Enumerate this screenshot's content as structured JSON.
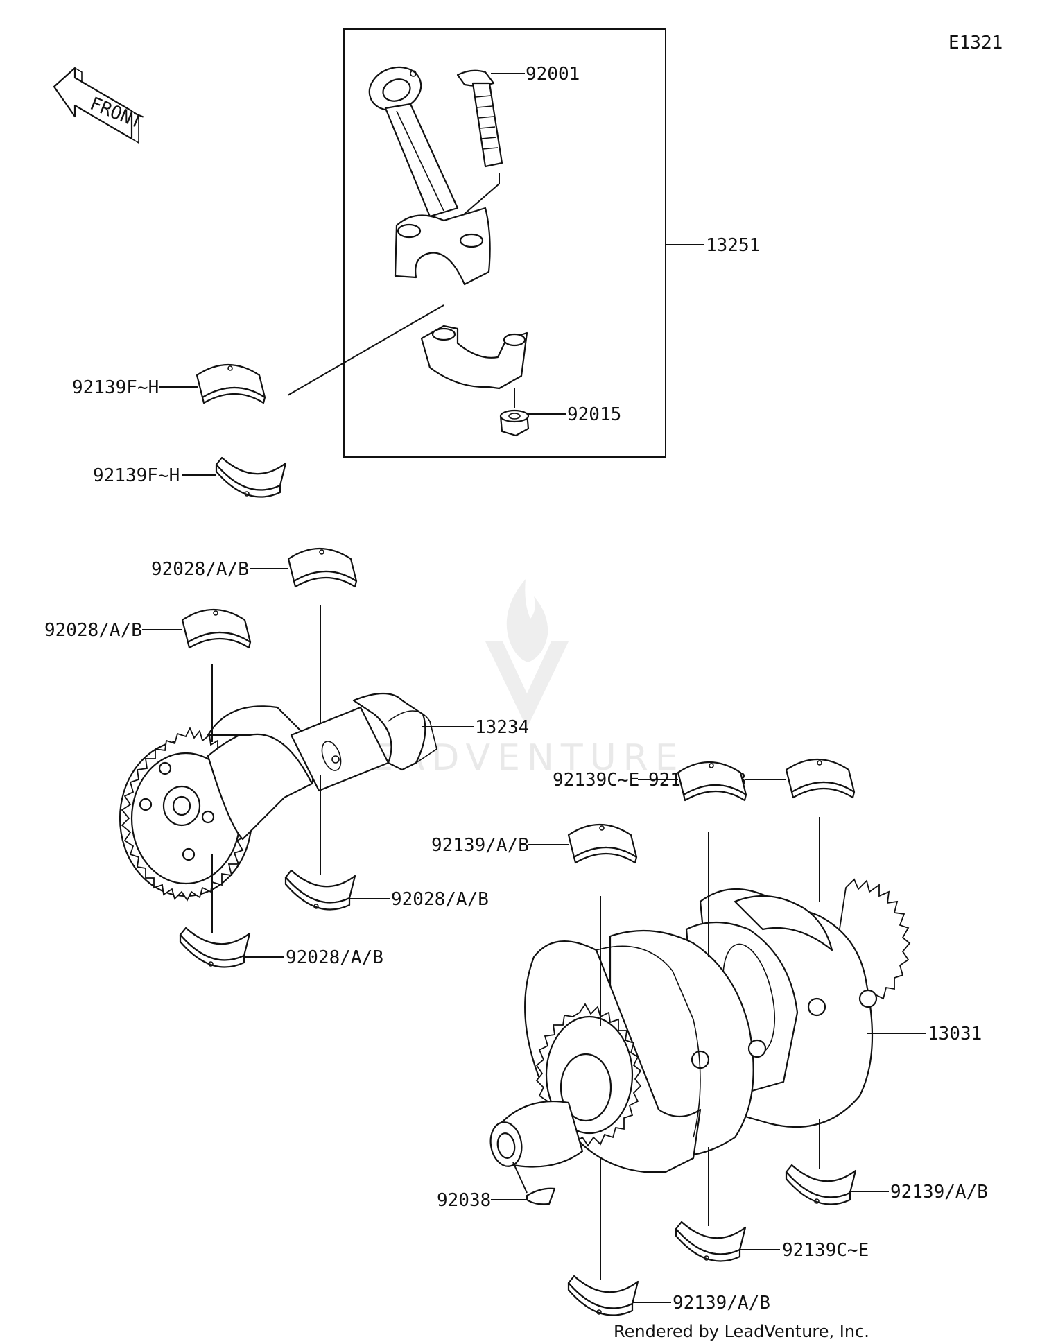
{
  "diagram": {
    "code": "E1321",
    "front_label": "FRONT",
    "watermark": "LEADVENTURE",
    "footer": "Rendered by LeadVenture, Inc.",
    "parts": {
      "p92001": "92001",
      "p13251": "13251",
      "p92015": "92015",
      "p92139FH_a": "92139F~H",
      "p92139FH_b": "92139F~H",
      "p92028_a": "92028/A/B",
      "p92028_b": "92028/A/B",
      "p92028_c": "92028/A/B",
      "p92028_d": "92028/A/B",
      "p13234": "13234",
      "p92139AB_a": "92139/A/B",
      "p92139CE_a": "92139C~E",
      "p92139AB_b": "92139/A/B",
      "p13031": "13031",
      "p92038": "92038",
      "p92139AB_c": "92139/A/B",
      "p92139CE_b": "92139C~E",
      "p92139AB_d": "92139/A/B"
    }
  }
}
